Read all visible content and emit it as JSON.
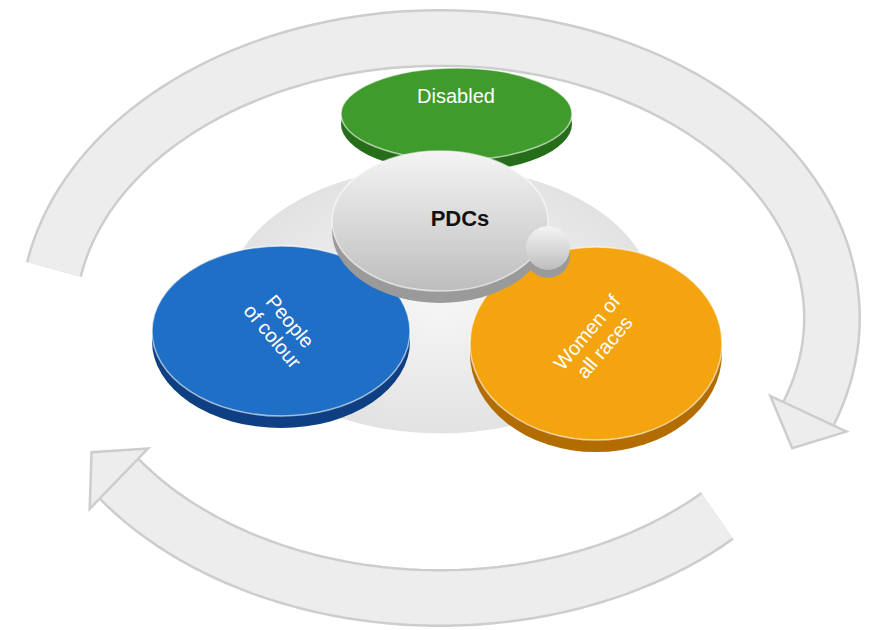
{
  "diagram": {
    "nodes": [
      {
        "text": [
          "PDCs"
        ]
      },
      {
        "text": [
          "Disabled"
        ]
      },
      {
        "text": [
          "People of colour"
        ]
      },
      {
        "text": [
          "Women of all races"
        ]
      }
    ]
  }
}
